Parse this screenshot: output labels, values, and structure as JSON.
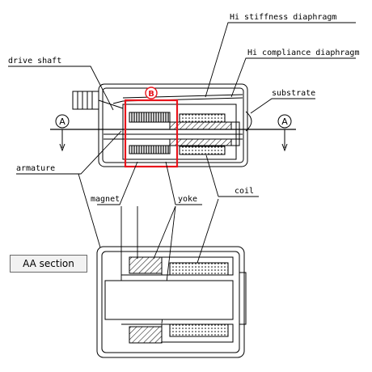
{
  "labels": {
    "hi_stiffness_diaphragm": "Hi stiffness diaphragm",
    "hi_compliance_diaphragm": "Hi compliance diaphragm",
    "drive_shaft": "drive shaft",
    "substrate": "substrate",
    "armature": "armature",
    "magnet": "magnet",
    "yoke": "yoke",
    "coil": "coil",
    "aa_section": "AA section"
  },
  "markers": {
    "section_left": "A",
    "section_right": "A",
    "detail": "B"
  },
  "colors": {
    "line": "#000000",
    "detail_box": "#e8141c",
    "label_box_fill": "#f2f2f2",
    "label_box_border": "#6b6b6b"
  }
}
